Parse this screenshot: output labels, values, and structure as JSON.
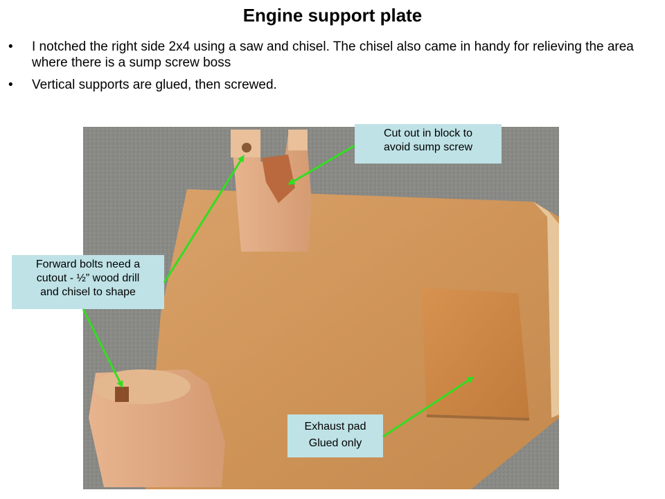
{
  "slide": {
    "title": "Engine support plate",
    "bullets": [
      {
        "marker": "•",
        "text": "I notched the right side 2x4  using a saw and chisel. The chisel also came in handy for relieving the area where there is a sump screw boss"
      },
      {
        "marker": "•",
        "text": "Vertical supports are glued, then screwed."
      }
    ]
  },
  "callouts": {
    "sump": {
      "lines": [
        "Cut out in block to",
        "avoid sump screw"
      ]
    },
    "forward": {
      "lines": [
        "Forward bolts need a",
        "cutout - ½” wood drill",
        "and chisel to shape"
      ]
    },
    "exhaust": {
      "lines": [
        "Exhaust pad",
        "Glued only"
      ]
    }
  },
  "colors": {
    "callout_bg": "#bfe2e6",
    "arrow": "#33dd22"
  }
}
